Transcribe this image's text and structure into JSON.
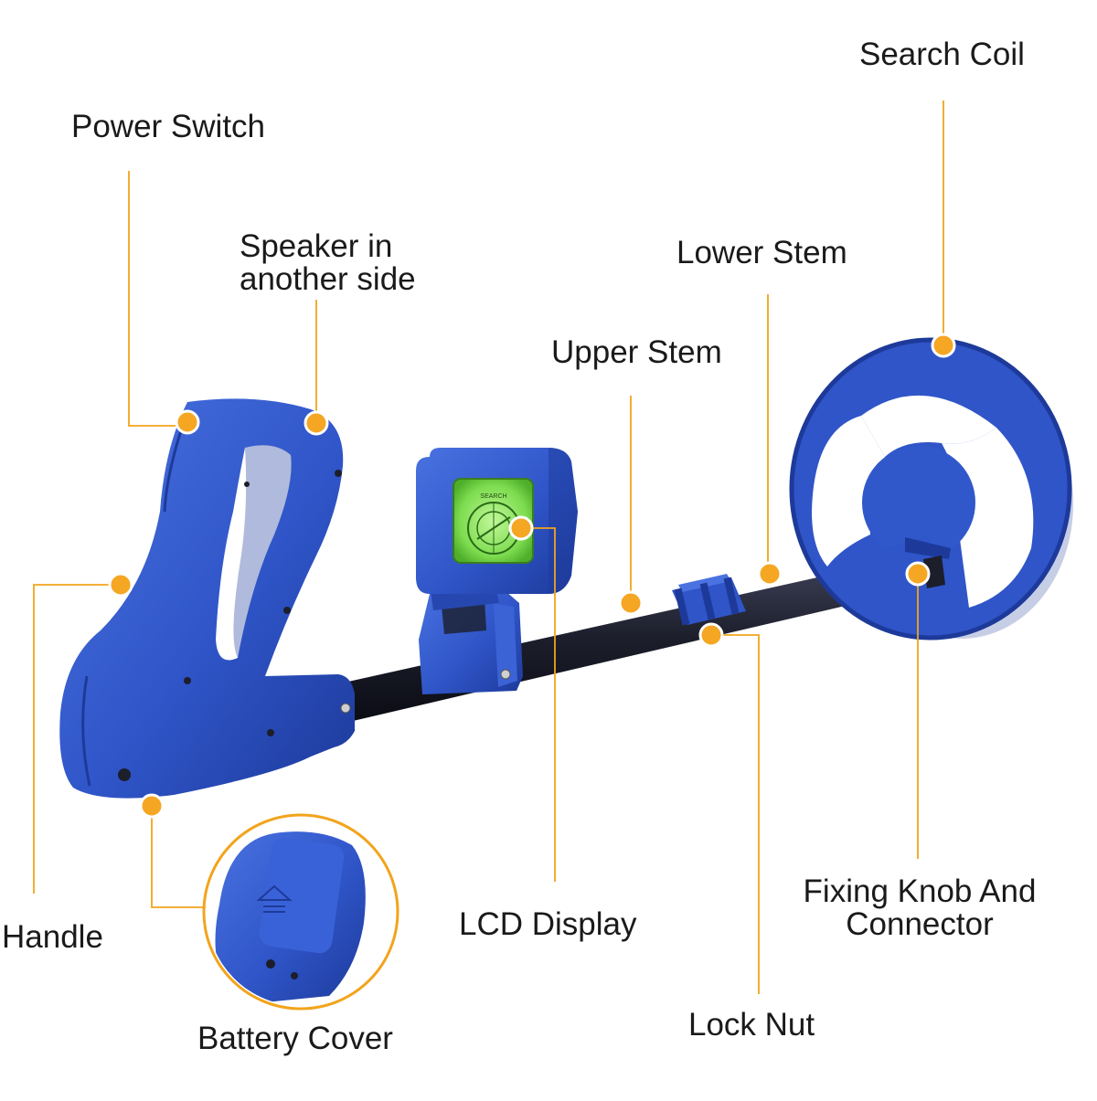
{
  "labels": {
    "search_coil": "Search Coil",
    "power_switch": "Power Switch",
    "speaker_line1": "Speaker in",
    "speaker_line2": "another side",
    "lower_stem": "Lower Stem",
    "upper_stem": "Upper Stem",
    "handle": "Handle",
    "lcd_display": "LCD Display",
    "fixing_line1": "Fixing Knob And",
    "fixing_line2": "Connector",
    "battery_cover": "Battery Cover",
    "lock_nut": "Lock Nut"
  },
  "screen": {
    "mode_text": "SEARCH"
  },
  "colors": {
    "body_blue": "#2f55c8",
    "body_blue_dark": "#1d3a9a",
    "stem_black": "#1c1e2b",
    "lcd_green": "#7ddc4f",
    "leader_orange": "#f2a41c"
  }
}
